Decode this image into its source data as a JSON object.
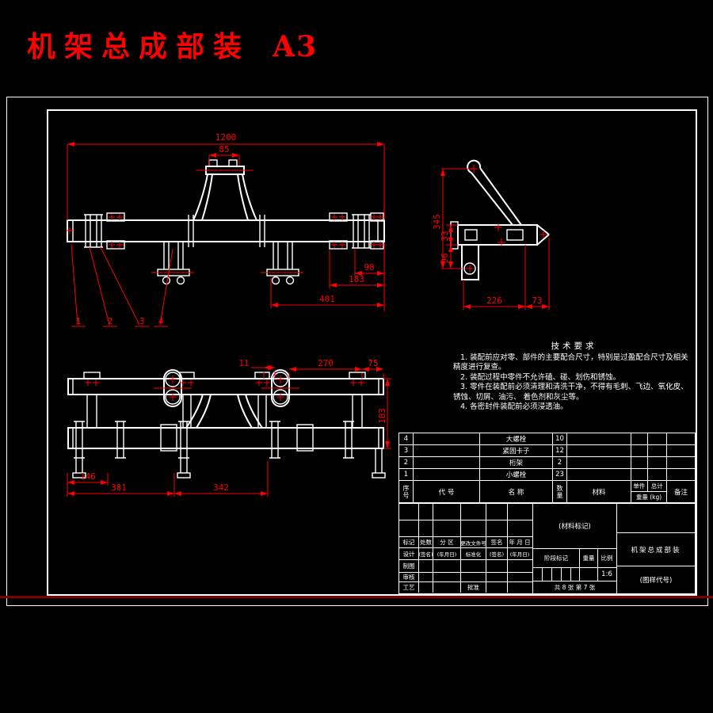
{
  "colors": {
    "background": "#000000",
    "drawing_line": "#ffffff",
    "dimension": "#ff0000",
    "bottom_divider": "#7e0000"
  },
  "header": {
    "title": "机架总成部装",
    "sheet": "A3"
  },
  "views": {
    "front": {
      "dim_overall": "1200",
      "dim_tower": "85",
      "dim_a": "98",
      "dim_b": "183",
      "dim_c": "401",
      "balloons": [
        "1",
        "2",
        "3",
        "4"
      ]
    },
    "side": {
      "dim_height": "345",
      "dim_a": "33",
      "dim_b": "96",
      "dim_base": "226",
      "dim_tip": "73"
    },
    "bottom": {
      "dim_gap": "11",
      "dim_a": "270",
      "dim_b": "75",
      "dim_height": "183",
      "dim_c": "146",
      "dim_d": "381",
      "dim_e": "342"
    }
  },
  "tech_requirements": {
    "title": "技术要求",
    "items": [
      "1. 装配前应对零、部件的主要配合尺寸，特别是过盈配合尺寸及相关精度进行复查。",
      "2. 装配过程中零件不允许磕、碰、划伤和锈蚀。",
      "3. 零件在装配前必须清理和清洗干净，不得有毛刺、飞边、氧化皮、锈蚀、切屑、油污、 着色剂和灰尘等。",
      "4. 各密封件装配前必须浸透油。"
    ]
  },
  "parts_list": {
    "header": {
      "seq_top": "序",
      "seq_bottom": "号",
      "code": "代  号",
      "name": "名  称",
      "qty_top": "数",
      "qty_bottom": "量",
      "material": "材料",
      "unit": "单件",
      "total": "总计",
      "weight": "重量 (kg)",
      "remarks": "备注"
    },
    "rows": [
      {
        "seq": "4",
        "code": "",
        "name": "大螺栓",
        "qty": "10",
        "material": "",
        "unit_w": "",
        "total_w": "",
        "remarks": ""
      },
      {
        "seq": "3",
        "code": "",
        "name": "紧固卡子",
        "qty": "12",
        "material": "",
        "unit_w": "",
        "total_w": "",
        "remarks": ""
      },
      {
        "seq": "2",
        "code": "",
        "name": "桁架",
        "qty": "2",
        "material": "",
        "unit_w": "",
        "total_w": "",
        "remarks": ""
      },
      {
        "seq": "1",
        "code": "",
        "name": "小螺栓",
        "qty": "23",
        "material": "",
        "unit_w": "",
        "total_w": "",
        "remarks": ""
      }
    ]
  },
  "title_block": {
    "rev_cols": [
      "标记",
      "处数",
      "分 区",
      "更改文件号",
      "签名",
      "年 月 日"
    ],
    "rows": [
      [
        "设计",
        "(签名)",
        "(年月日)",
        "标准化",
        "(签名)",
        "(年月日)"
      ],
      [
        "制图",
        "",
        "",
        "",
        "",
        ""
      ],
      [
        "审核",
        "",
        "",
        "",
        "",
        ""
      ],
      [
        "工艺",
        "",
        "",
        "批准",
        "",
        ""
      ]
    ],
    "material_mark": "(材料标记)",
    "stage_mark": "阶段标记",
    "weight_label": "重量",
    "scale_label": "比例",
    "scale_value": "1:6",
    "sheet_note": "共 8 张  第 7 张",
    "product_title": "机架总成部装",
    "drawing_code": "(图样代号)"
  }
}
